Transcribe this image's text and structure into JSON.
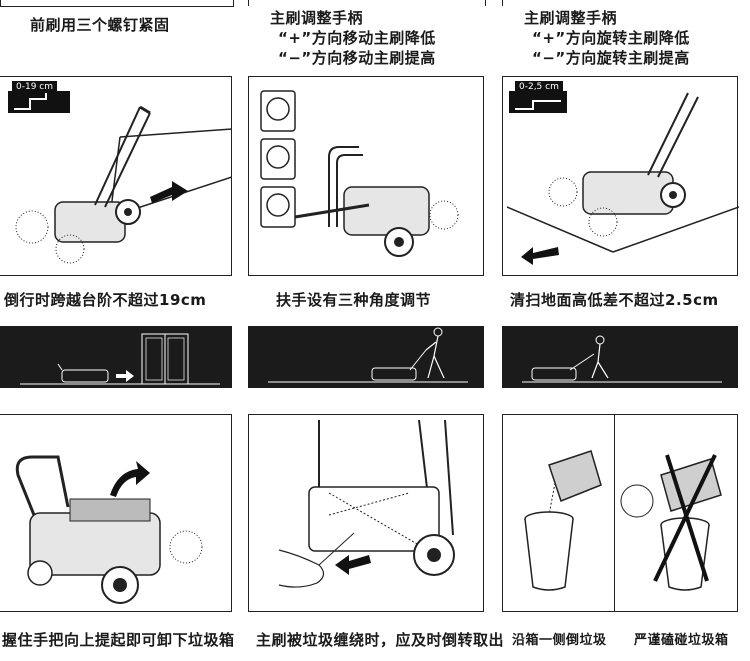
{
  "row1": {
    "left_caption": "前刷用三个螺钉紧固",
    "mid_caption_lines": [
      "主刷调整手柄",
      "“+”方向移动主刷降低",
      "“−”方向移动主刷提高"
    ],
    "right_caption_lines": [
      "主刷调整手柄",
      "“+”方向旋转主刷降低",
      "“−”方向旋转主刷提高"
    ]
  },
  "row2": {
    "left_badge": "0-19 cm",
    "right_badge": "0-2,5 cm",
    "left_caption": "倒行时跨越台阶不超过19cm",
    "mid_caption": "扶手设有三种角度调节",
    "right_caption": "清扫地面高低差不超过2.5cm"
  },
  "row4": {
    "left_caption": "握住手把向上提起即可卸下垃圾箱",
    "mid_caption": "主刷被垃圾缠绕时，应及时倒转取出",
    "right_caption_a": "沿箱一侧倒垃圾",
    "right_caption_b": "严谨磕碰垃圾箱"
  },
  "icons": [
    "sweeper-illustration",
    "arrow-icon",
    "door-icon",
    "walking-person-icon",
    "bin-icon",
    "cross-icon"
  ]
}
